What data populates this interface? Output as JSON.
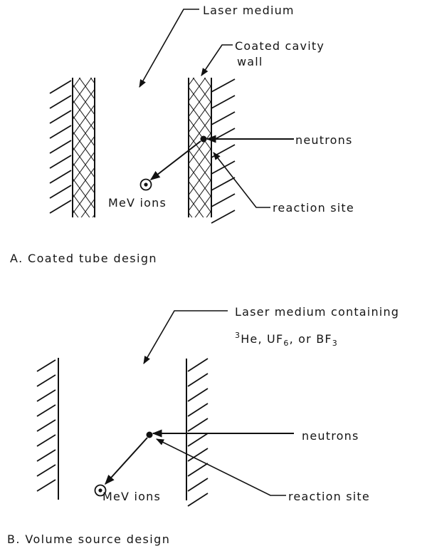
{
  "panel_a": {
    "caption": "A. Coated tube design",
    "labels": {
      "laser_medium": "Laser medium",
      "coated_wall_line1": "Coated cavity",
      "coated_wall_line2": "wall",
      "neutrons": "neutrons",
      "ions": "MeV ions",
      "reaction_site": "reaction site"
    }
  },
  "panel_b": {
    "caption": "B. Volume source design",
    "labels": {
      "laser_medium_line1": "Laser medium containing",
      "he_sup": "3",
      "he": "He, UF",
      "uf_sub": "6",
      "or_bf": ", or BF",
      "bf_sub": "3",
      "neutrons": "neutrons",
      "ions": "MeV ions",
      "reaction_site": "reaction site"
    }
  },
  "colors": {
    "ink": "#111111",
    "paper": "#ffffff"
  }
}
